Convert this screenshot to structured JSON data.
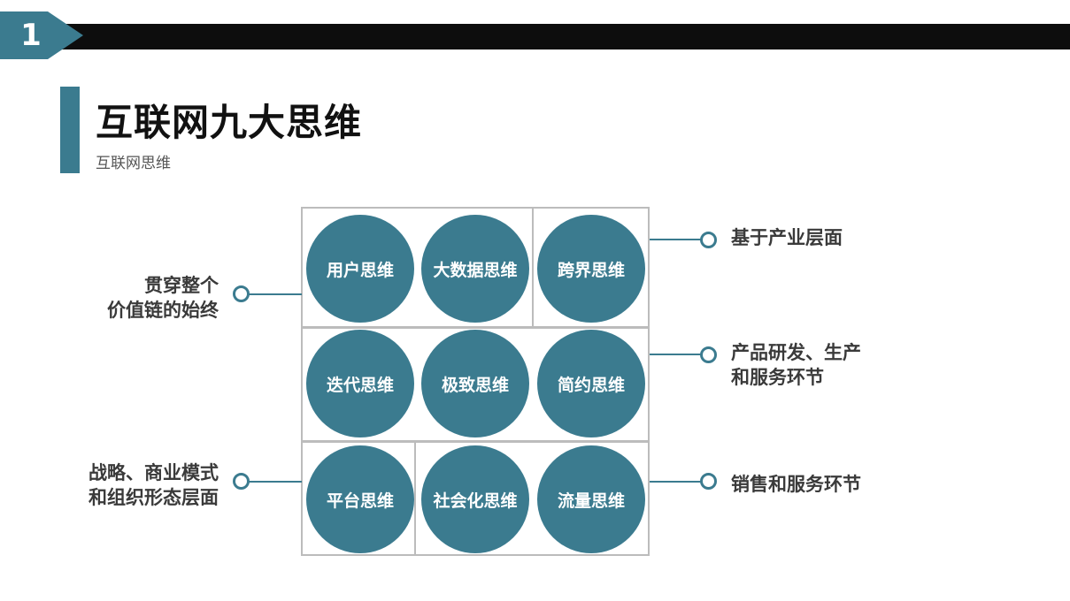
{
  "header": {
    "section_number": "1",
    "title": "互联网九大思维",
    "subtitle": "互联网思维"
  },
  "diagram": {
    "rows": [
      [
        "用户思维",
        "大数据思维",
        "跨界思维"
      ],
      [
        "迭代思维",
        "极致思维",
        "简约思维"
      ],
      [
        "平台思维",
        "社会化思维",
        "流量思维"
      ]
    ],
    "left_labels": [
      {
        "lines": [
          "贯穿整个",
          "价值链的始终"
        ]
      },
      {
        "lines": [
          "战略、商业模式",
          "和组织形态层面"
        ]
      }
    ],
    "right_labels": [
      {
        "lines": [
          "基于产业层面"
        ]
      },
      {
        "lines": [
          "产品研发、生产",
          "和服务环节"
        ]
      },
      {
        "lines": [
          "销售和服务环节"
        ]
      }
    ]
  },
  "colors": {
    "accent": "#3b7b8f",
    "bar": "#0d0d0d",
    "grid": "#bcbcbc"
  }
}
